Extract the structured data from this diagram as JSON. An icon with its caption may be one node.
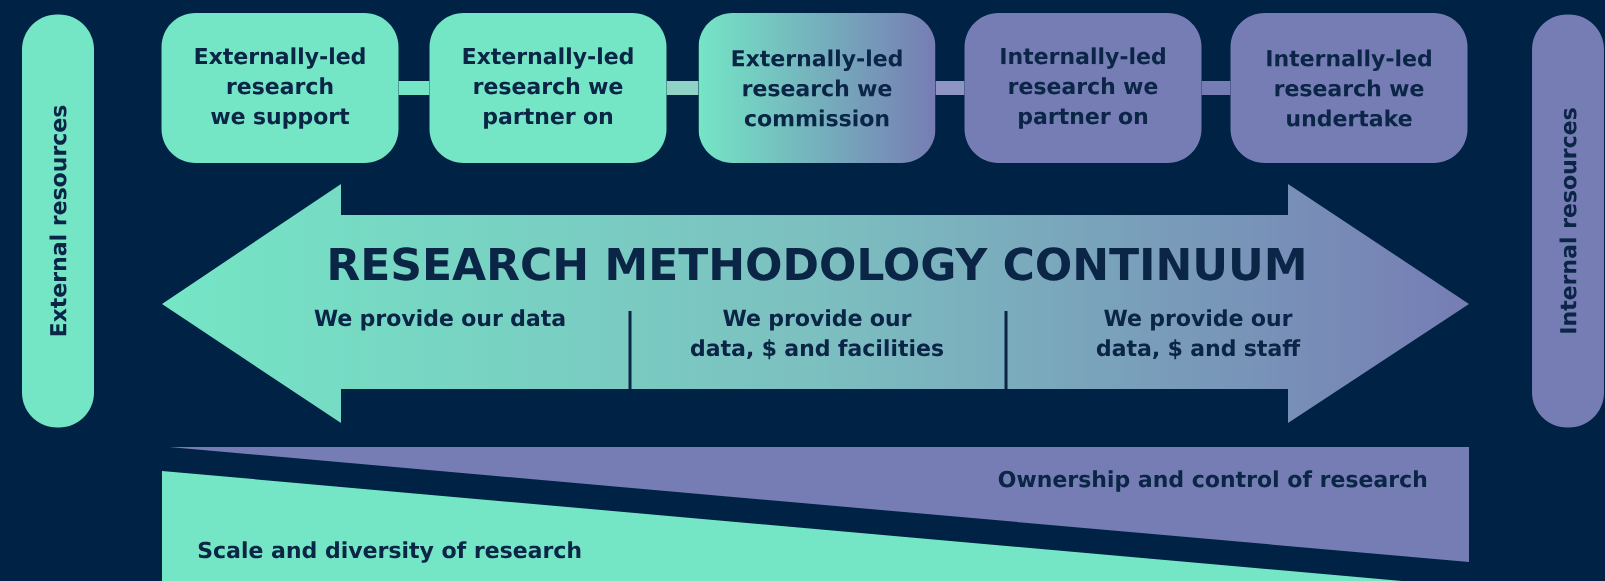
{
  "diagram": {
    "nodes": [
      {
        "text": [
          "External resources"
        ]
      },
      {
        "text": [
          "Externally-led research we support"
        ]
      },
      {
        "text": [
          "Externally-led research we partner on"
        ]
      },
      {
        "text": [
          "Externally-led research we commission"
        ]
      },
      {
        "text": [
          "Internally-led research we partner on"
        ]
      },
      {
        "text": [
          "Internally-led research we undertake"
        ]
      },
      {
        "text": [
          "Internal resources"
        ]
      },
      {
        "text": [
          "RESEARCH METHODOLOGY CONTINUUM",
          "We provide our data",
          "We provide our data, $ and facilities",
          "We provide our data, $ and staff"
        ]
      },
      {
        "text": [
          "Ownership and control of research"
        ]
      },
      {
        "text": [
          "Scale and diversity of research"
        ]
      }
    ],
    "edges": [
      {
        "from": 1,
        "to": 2,
        "arrow": "none",
        "color": "#74e6c5"
      },
      {
        "from": 2,
        "to": 3,
        "arrow": "none",
        "color": "#8fd3c6"
      },
      {
        "from": 3,
        "to": 4,
        "arrow": "none",
        "color": "#8e95c4"
      },
      {
        "from": 4,
        "to": 5,
        "arrow": "none",
        "color": "#767db4"
      }
    ]
  }
}
